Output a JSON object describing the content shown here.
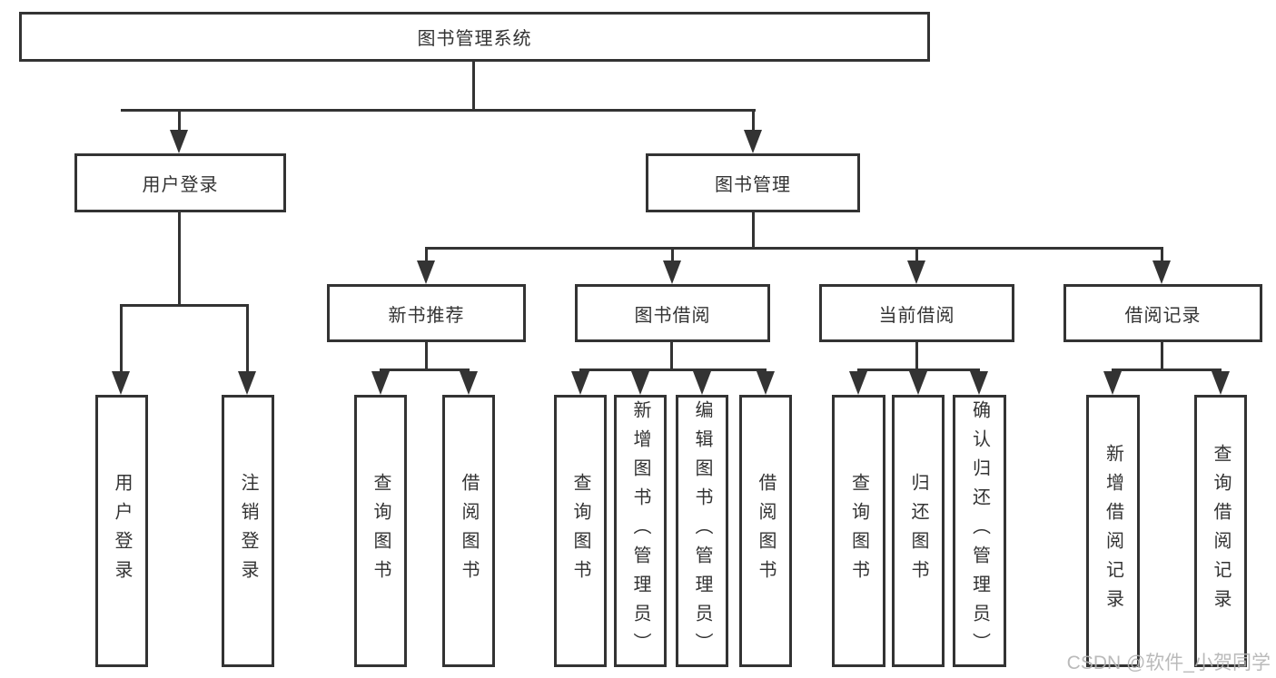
{
  "diagram": {
    "root": {
      "label": "图书管理系统"
    },
    "branches": [
      {
        "label": "用户登录",
        "children": [
          {
            "label": "用户登录"
          },
          {
            "label": "注销登录"
          }
        ]
      },
      {
        "label": "图书管理",
        "children": [
          {
            "label": "新书推荐",
            "children": [
              {
                "label": "查询图书"
              },
              {
                "label": "借阅图书"
              }
            ]
          },
          {
            "label": "图书借阅",
            "children": [
              {
                "label": "查询图书"
              },
              {
                "label": "新增图书（管理员）"
              },
              {
                "label": "编辑图书（管理员）"
              },
              {
                "label": "借阅图书"
              }
            ]
          },
          {
            "label": "当前借阅",
            "children": [
              {
                "label": "查询图书"
              },
              {
                "label": "归还图书"
              },
              {
                "label": "确认归还（管理员）"
              }
            ]
          },
          {
            "label": "借阅记录",
            "children": [
              {
                "label": "新增借阅记录"
              },
              {
                "label": "查询借阅记录"
              }
            ]
          }
        ]
      }
    ]
  },
  "watermark": {
    "text": "CSDN @软件_小贺同学"
  },
  "colors": {
    "line": "#333333",
    "text": "#333333",
    "background": "#ffffff",
    "watermark": "#b3b3b3"
  }
}
